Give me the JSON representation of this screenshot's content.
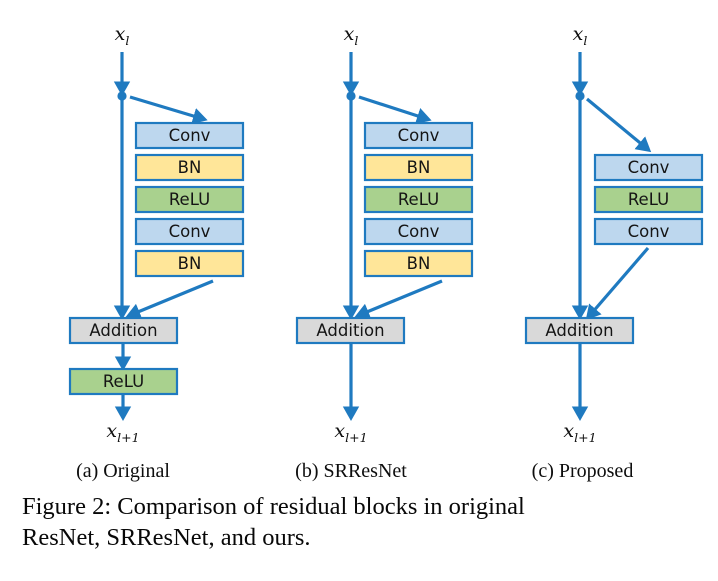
{
  "figure": {
    "caption": "Figure 2: Comparison of residual blocks in original ResNet, SRResNet, and ours.",
    "caption_line1": "Figure 2: Comparison of residual blocks in original",
    "caption_line2": "ResNet, SRResNet, and ours."
  },
  "colors": {
    "conv_fill": "#bdd7ee",
    "bn_fill": "#ffe699",
    "relu_fill": "#a9d18e",
    "addition_fill": "#d9d9d9",
    "box_stroke": "#1f7ac0",
    "arrow": "#1f7ac0",
    "background": "#ffffff",
    "text": "#0d0d0d"
  },
  "math": {
    "input_base": "x",
    "input_sub": "l",
    "output_base": "x",
    "output_sub": "l+1"
  },
  "columns": [
    {
      "id": "original",
      "subcaption": "(a) Original",
      "input_label": "x_l",
      "output_label": "x_l+1",
      "branch_blocks": [
        {
          "label": "Conv",
          "type": "conv"
        },
        {
          "label": "BN",
          "type": "bn"
        },
        {
          "label": "ReLU",
          "type": "relu"
        },
        {
          "label": "Conv",
          "type": "conv"
        },
        {
          "label": "BN",
          "type": "bn"
        }
      ],
      "merge_block": {
        "label": "Addition",
        "type": "addition"
      },
      "post_merge_blocks": [
        {
          "label": "ReLU",
          "type": "relu"
        }
      ]
    },
    {
      "id": "srresnet",
      "subcaption": "(b) SRResNet",
      "input_label": "x_l",
      "output_label": "x_l+1",
      "branch_blocks": [
        {
          "label": "Conv",
          "type": "conv"
        },
        {
          "label": "BN",
          "type": "bn"
        },
        {
          "label": "ReLU",
          "type": "relu"
        },
        {
          "label": "Conv",
          "type": "conv"
        },
        {
          "label": "BN",
          "type": "bn"
        }
      ],
      "merge_block": {
        "label": "Addition",
        "type": "addition"
      },
      "post_merge_blocks": []
    },
    {
      "id": "proposed",
      "subcaption": "(c) Proposed",
      "input_label": "x_l",
      "output_label": "x_l+1",
      "branch_blocks": [
        {
          "label": "Conv",
          "type": "conv"
        },
        {
          "label": "ReLU",
          "type": "relu"
        },
        {
          "label": "Conv",
          "type": "conv"
        }
      ],
      "merge_block": {
        "label": "Addition",
        "type": "addition"
      },
      "post_merge_blocks": []
    }
  ]
}
